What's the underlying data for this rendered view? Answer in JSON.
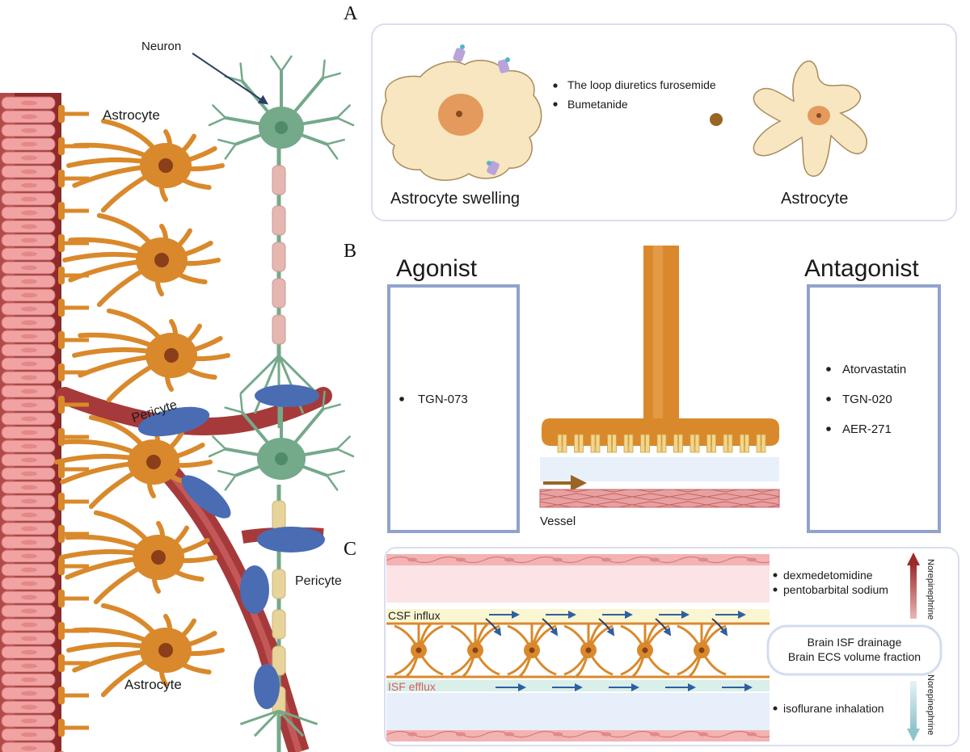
{
  "panels": {
    "a": {
      "letter": "A",
      "bullets": [
        "The loop diuretics furosemide",
        "Bumetanide"
      ],
      "left_caption": "Astrocyte swelling",
      "right_caption": "Astrocyte"
    },
    "b": {
      "letter": "B",
      "agonist_title": "Agonist",
      "agonist_items": [
        "TGN-073"
      ],
      "antagonist_title": "Antagonist",
      "antagonist_items": [
        "Atorvastatin",
        "TGN-020",
        "AER-271"
      ],
      "vessel_label": "Vessel"
    },
    "c": {
      "letter": "C",
      "top_drugs": [
        "dexmedetomidine",
        "pentobarbital sodium"
      ],
      "bottom_drugs": [
        "isoflurane inhalation"
      ],
      "csf_label": "CSF influx",
      "isf_label": "ISF efflux",
      "center_box": [
        "Brain ISF drainage",
        "Brain ECS volume fraction"
      ],
      "up_arrow_label": "Norepinephrine",
      "down_arrow_label": "Norepinephrine"
    }
  },
  "left_illustration": {
    "neuron_label": "Neuron",
    "astrocyte_top_label": "Astrocyte",
    "astrocyte_bottom_label": "Astrocyte",
    "pericyte_left_label": "Pericyte",
    "pericyte_right_label": "Pericyte"
  },
  "colors": {
    "astrocyte": "#d9892b",
    "neuron": "#74a98a",
    "pericyte": "#4a6cb3",
    "vessel_wall": "#e47f7f",
    "vessel_dark": "#8e2a2a",
    "panel_border": "#8fa3cc",
    "arrow_red": "#9c2a2a",
    "arrow_blue": "#8fc4cc"
  }
}
